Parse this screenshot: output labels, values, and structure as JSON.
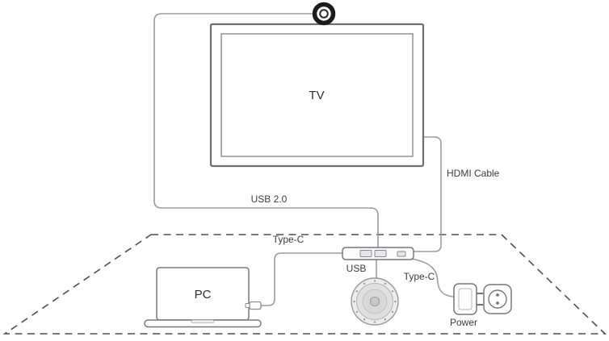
{
  "labels": {
    "tv": "TV",
    "pc": "PC",
    "usb_cable": "USB 2.0",
    "hdmi_cable": "HDMI Cable",
    "typec_pc": "Type-C",
    "typec_power": "Type-C",
    "usb_speakerphone": "USB",
    "power": "Power"
  },
  "colors": {
    "cable": "#9b9b9b",
    "device_outline": "#787878",
    "table_dash": "#4f4f4f",
    "camera_ring": "#1c1c1c",
    "label_text": "#3c3c3c",
    "background": "#ffffff"
  }
}
